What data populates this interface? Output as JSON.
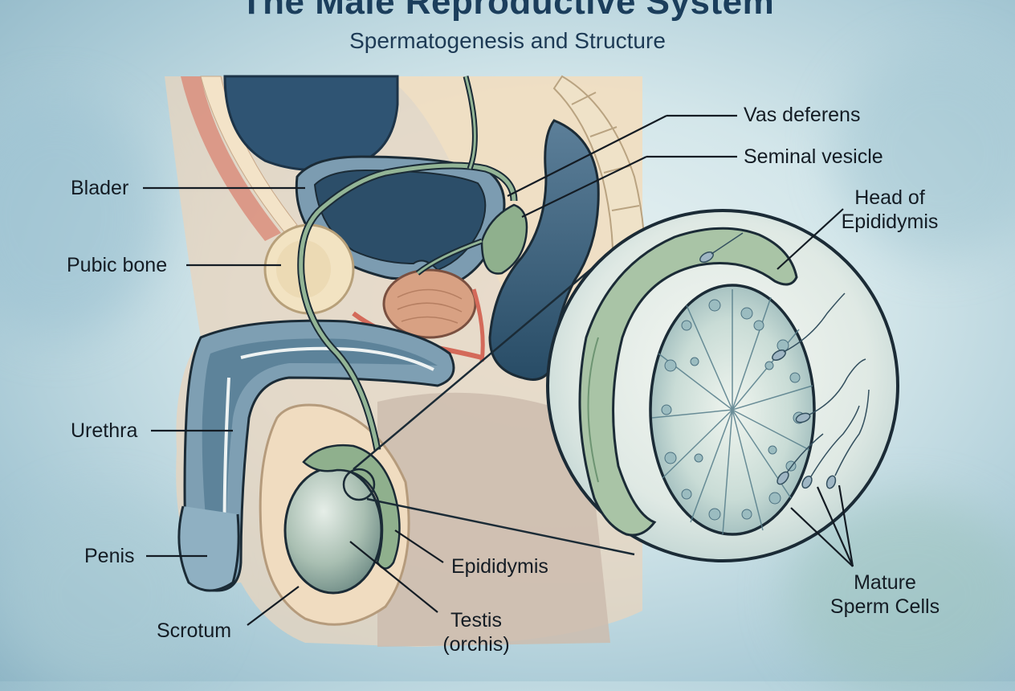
{
  "title": "The Male Reproductive System",
  "subtitle": "Spermatogenesis and Structure",
  "colors": {
    "bladder": "#2f5a7a",
    "tissue": "#f1dfc0",
    "skin": "#cfc0b0",
    "duct": "#7fa58e",
    "testis": "#a9bfb2",
    "prostate": "#d8a183",
    "outline": "#1b2b36"
  },
  "labels": {
    "bladder": "Blader",
    "pubic_bone": "Pubic bone",
    "urethra": "Urethra",
    "penis": "Penis",
    "scrotum": "Scrotum",
    "testis_line1": "Testis",
    "testis_line2": "(orchis)",
    "epididymis": "Epididymis",
    "vas_deferens": "Vas deferens",
    "seminal_vesicle": "Seminal vesicle",
    "head_epididymis_line1": "Head of",
    "head_epididymis_line2": "Epididymis",
    "mature_sperm_line1": "Mature",
    "mature_sperm_line2": "Sperm Cells"
  }
}
